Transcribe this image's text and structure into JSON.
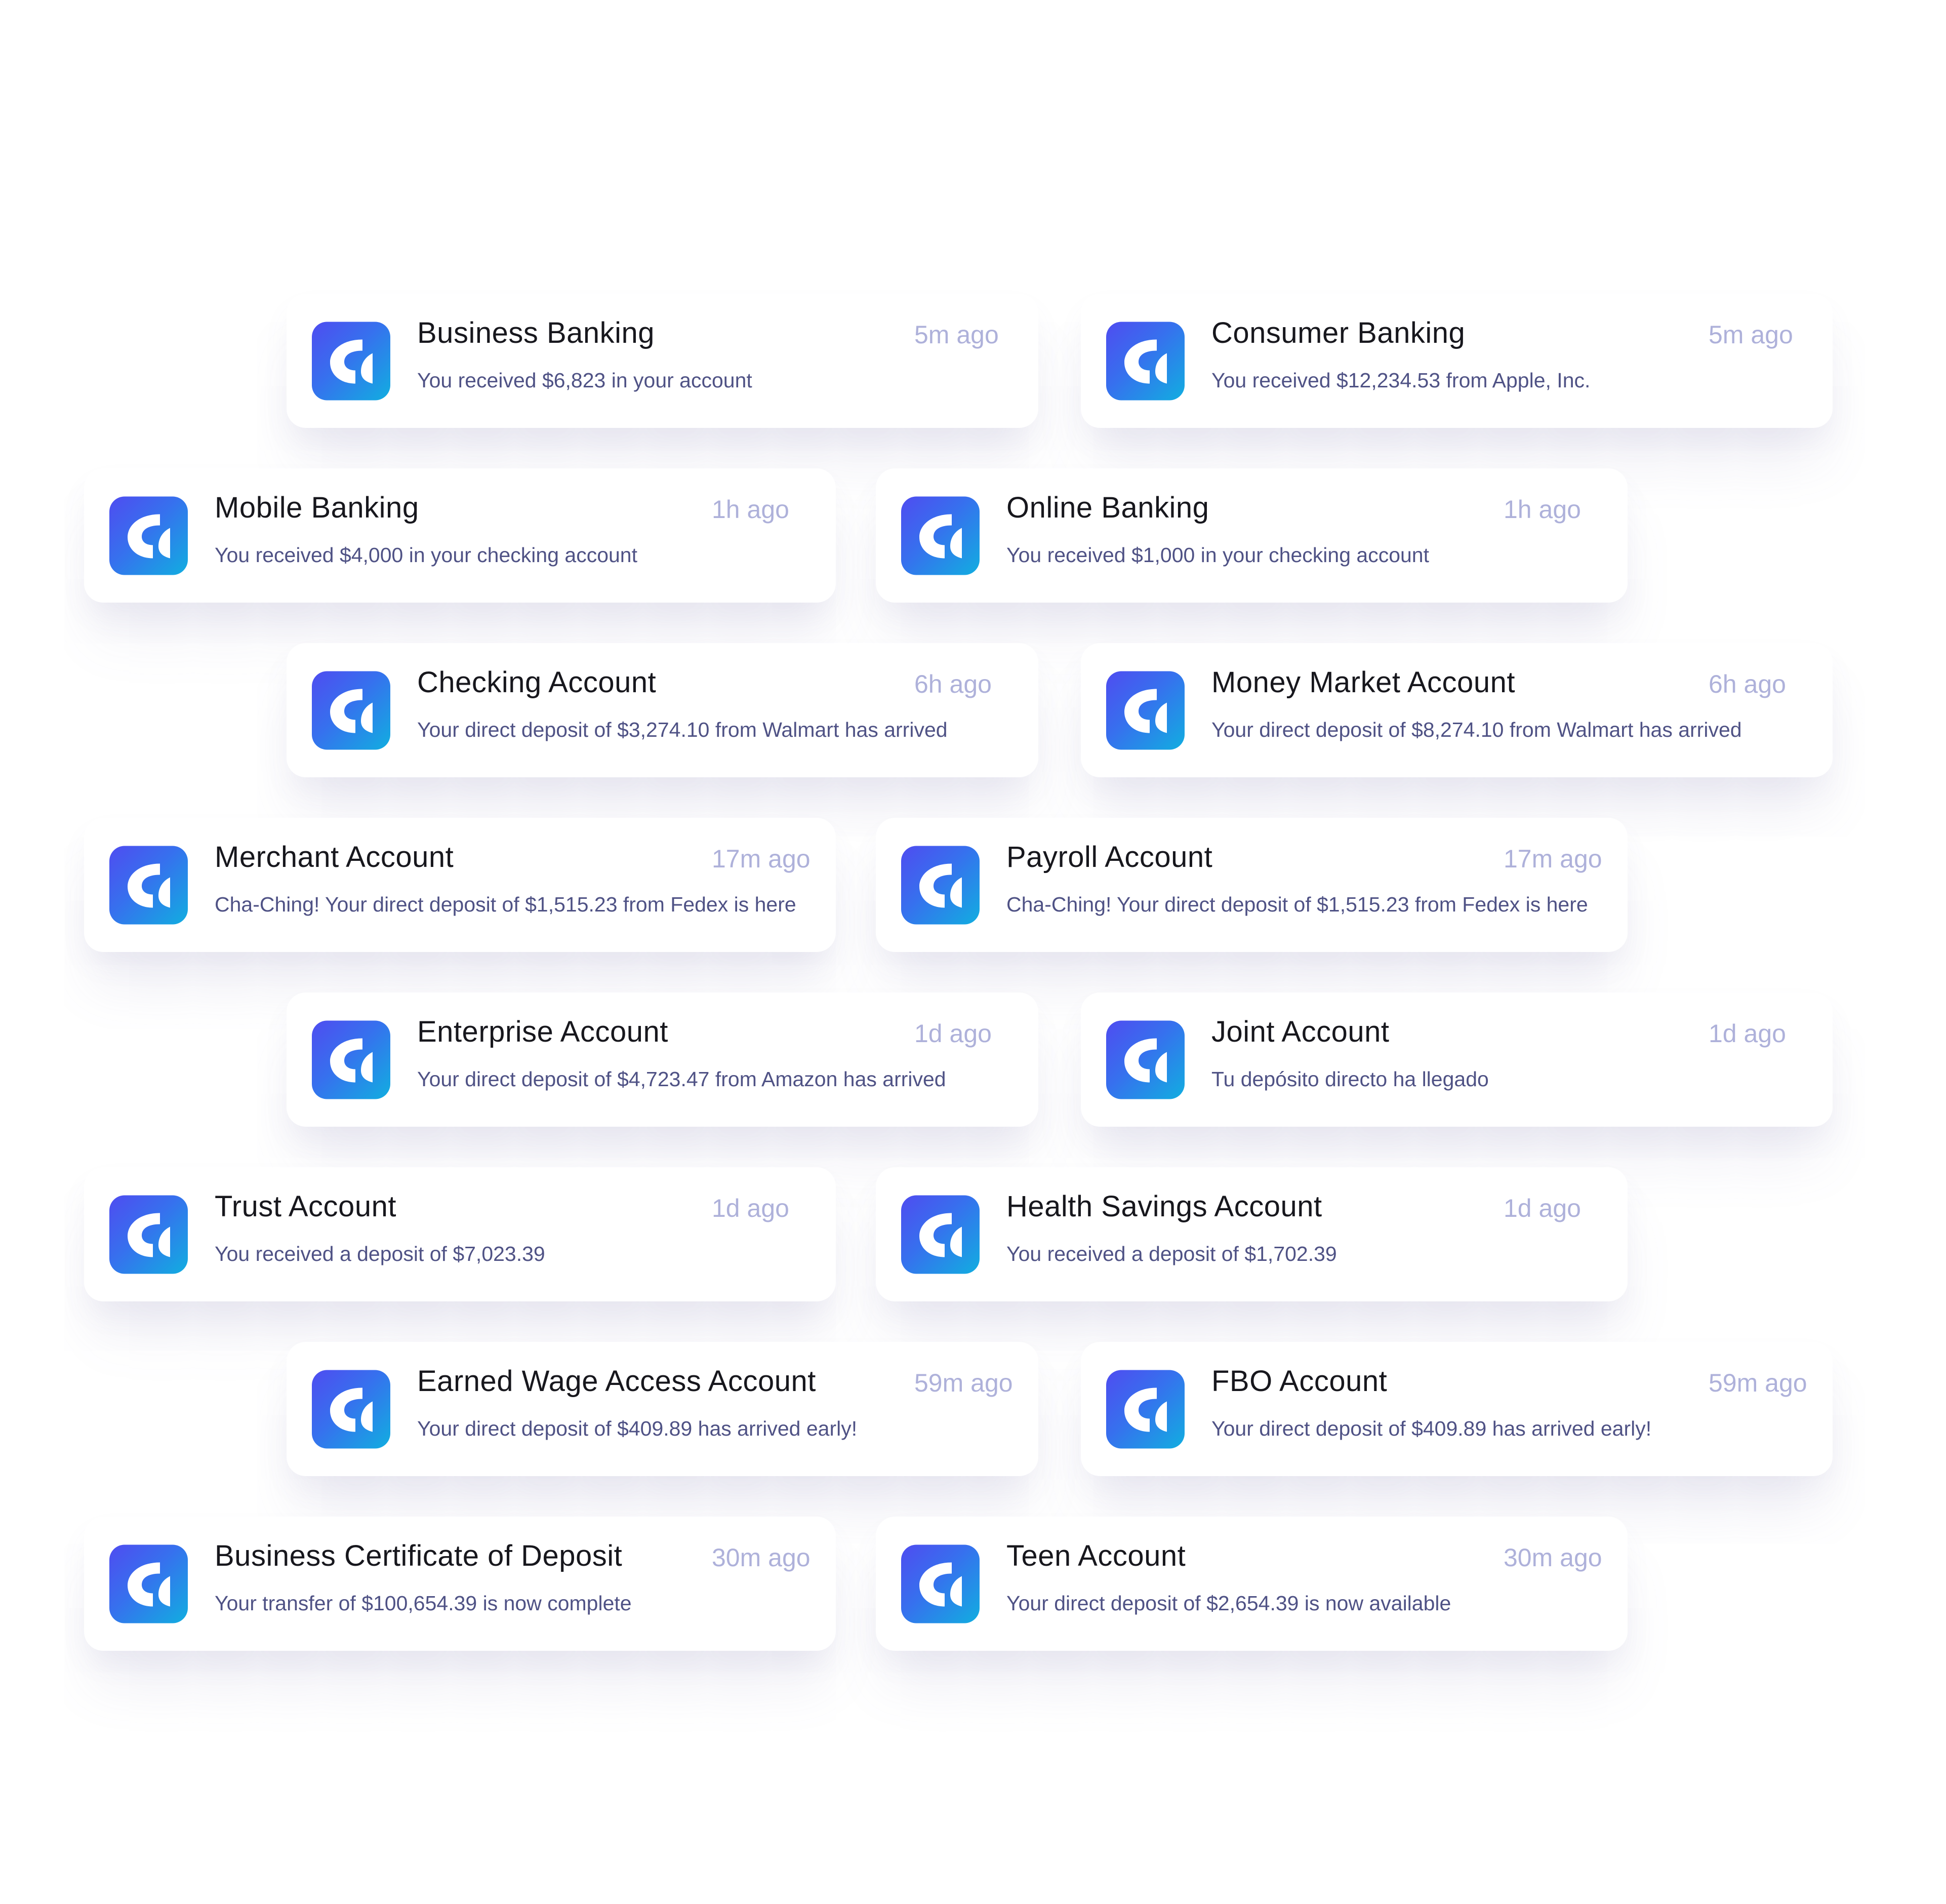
{
  "notifications": [
    {
      "title": "Business Banking",
      "message": "You received $6,823 in your account",
      "time": "5m ago"
    },
    {
      "title": "Consumer Banking",
      "message": "You received $12,234.53 from Apple, Inc.",
      "time": "5m ago"
    },
    {
      "title": "Mobile Banking",
      "message": "You received $4,000 in your checking account",
      "time": "1h ago"
    },
    {
      "title": "Online Banking",
      "message": "You received $1,000 in your checking account",
      "time": "1h ago"
    },
    {
      "title": "Checking Account",
      "message": "Your direct deposit of $3,274.10 from Walmart has arrived",
      "time": "6h ago"
    },
    {
      "title": "Money Market Account",
      "message": "Your direct deposit of $8,274.10 from Walmart has arrived",
      "time": "6h ago"
    },
    {
      "title": "Merchant Account",
      "message": "Cha-Ching! Your direct deposit of $1,515.23 from Fedex is here",
      "time": "17m ago"
    },
    {
      "title": "Payroll Account",
      "message": "Cha-Ching! Your direct deposit of $1,515.23 from Fedex is here",
      "time": "17m ago"
    },
    {
      "title": "Enterprise Account",
      "message": "Your direct deposit of $4,723.47 from Amazon has arrived",
      "time": "1d ago"
    },
    {
      "title": "Joint Account",
      "message": "Tu depósito directo ha llegado",
      "time": "1d ago"
    },
    {
      "title": "Trust Account",
      "message": "You received a deposit of $7,023.39",
      "time": "1d ago"
    },
    {
      "title": "Health Savings Account",
      "message": "You received a deposit of $1,702.39",
      "time": "1d ago"
    },
    {
      "title": "Earned Wage Access Account",
      "message": "Your direct deposit of $409.89 has arrived early!",
      "time": "59m ago"
    },
    {
      "title": "FBO Account",
      "message": "Your direct deposit of $409.89 has arrived early!",
      "time": "59m ago"
    },
    {
      "title": "Business Certificate of Deposit",
      "message": "Your transfer of $100,654.39 is now complete",
      "time": "30m ago"
    },
    {
      "title": "Teen Account",
      "message": "Your direct deposit of $2,654.39 is now available",
      "time": "30m ago"
    }
  ],
  "theme": {
    "icon_gradient": [
      "#4f4cf0",
      "#3671ee",
      "#11aee0"
    ],
    "title_color": "#17171d",
    "message_color": "#4f5285",
    "time_color": "#aeb1da"
  },
  "icon_name": "app-logo-icon"
}
